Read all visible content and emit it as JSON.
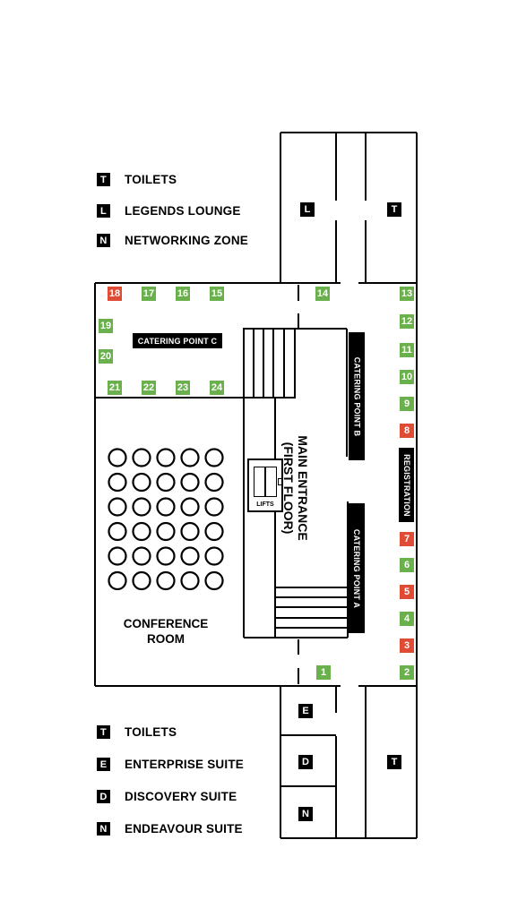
{
  "legend_top": [
    {
      "key": "T",
      "label": "TOILETS"
    },
    {
      "key": "L",
      "label": "LEGENDS LOUNGE"
    },
    {
      "key": "N",
      "label": "NETWORKING ZONE"
    }
  ],
  "legend_bottom": [
    {
      "key": "T",
      "label": "TOILETS"
    },
    {
      "key": "E",
      "label": "ENTERPRISE SUITE"
    },
    {
      "key": "D",
      "label": "DISCOVERY SUITE"
    },
    {
      "key": "N",
      "label": "ENDEAVOUR SUITE"
    }
  ],
  "room_keys": {
    "l": "L",
    "t_top": "T",
    "e": "E",
    "d": "D",
    "n": "N",
    "t_bottom": "T"
  },
  "labels": {
    "catering_c": "CATERING POINT C",
    "catering_b": "CATERING POINT B",
    "catering_a": "CATERING POINT A",
    "registration": "REGISTRATION",
    "main_entrance_1": "MAIN ENTRANCE",
    "main_entrance_2": "(FIRST FLOOR)",
    "lifts": "LIFTS",
    "conference_1": "CONFERENCE",
    "conference_2": "ROOM"
  },
  "stands": [
    {
      "num": "1",
      "color": "green"
    },
    {
      "num": "2",
      "color": "green"
    },
    {
      "num": "3",
      "color": "red"
    },
    {
      "num": "4",
      "color": "green"
    },
    {
      "num": "5",
      "color": "red"
    },
    {
      "num": "6",
      "color": "green"
    },
    {
      "num": "7",
      "color": "red"
    },
    {
      "num": "8",
      "color": "red"
    },
    {
      "num": "9",
      "color": "green"
    },
    {
      "num": "10",
      "color": "green"
    },
    {
      "num": "11",
      "color": "green"
    },
    {
      "num": "12",
      "color": "green"
    },
    {
      "num": "13",
      "color": "green"
    },
    {
      "num": "14",
      "color": "green"
    },
    {
      "num": "15",
      "color": "green"
    },
    {
      "num": "16",
      "color": "green"
    },
    {
      "num": "17",
      "color": "green"
    },
    {
      "num": "18",
      "color": "red"
    },
    {
      "num": "19",
      "color": "green"
    },
    {
      "num": "20",
      "color": "green"
    },
    {
      "num": "21",
      "color": "green"
    },
    {
      "num": "22",
      "color": "green"
    },
    {
      "num": "23",
      "color": "green"
    },
    {
      "num": "24",
      "color": "green"
    }
  ],
  "colors": {
    "available": "#6ab04c",
    "booked": "#e04b35"
  }
}
